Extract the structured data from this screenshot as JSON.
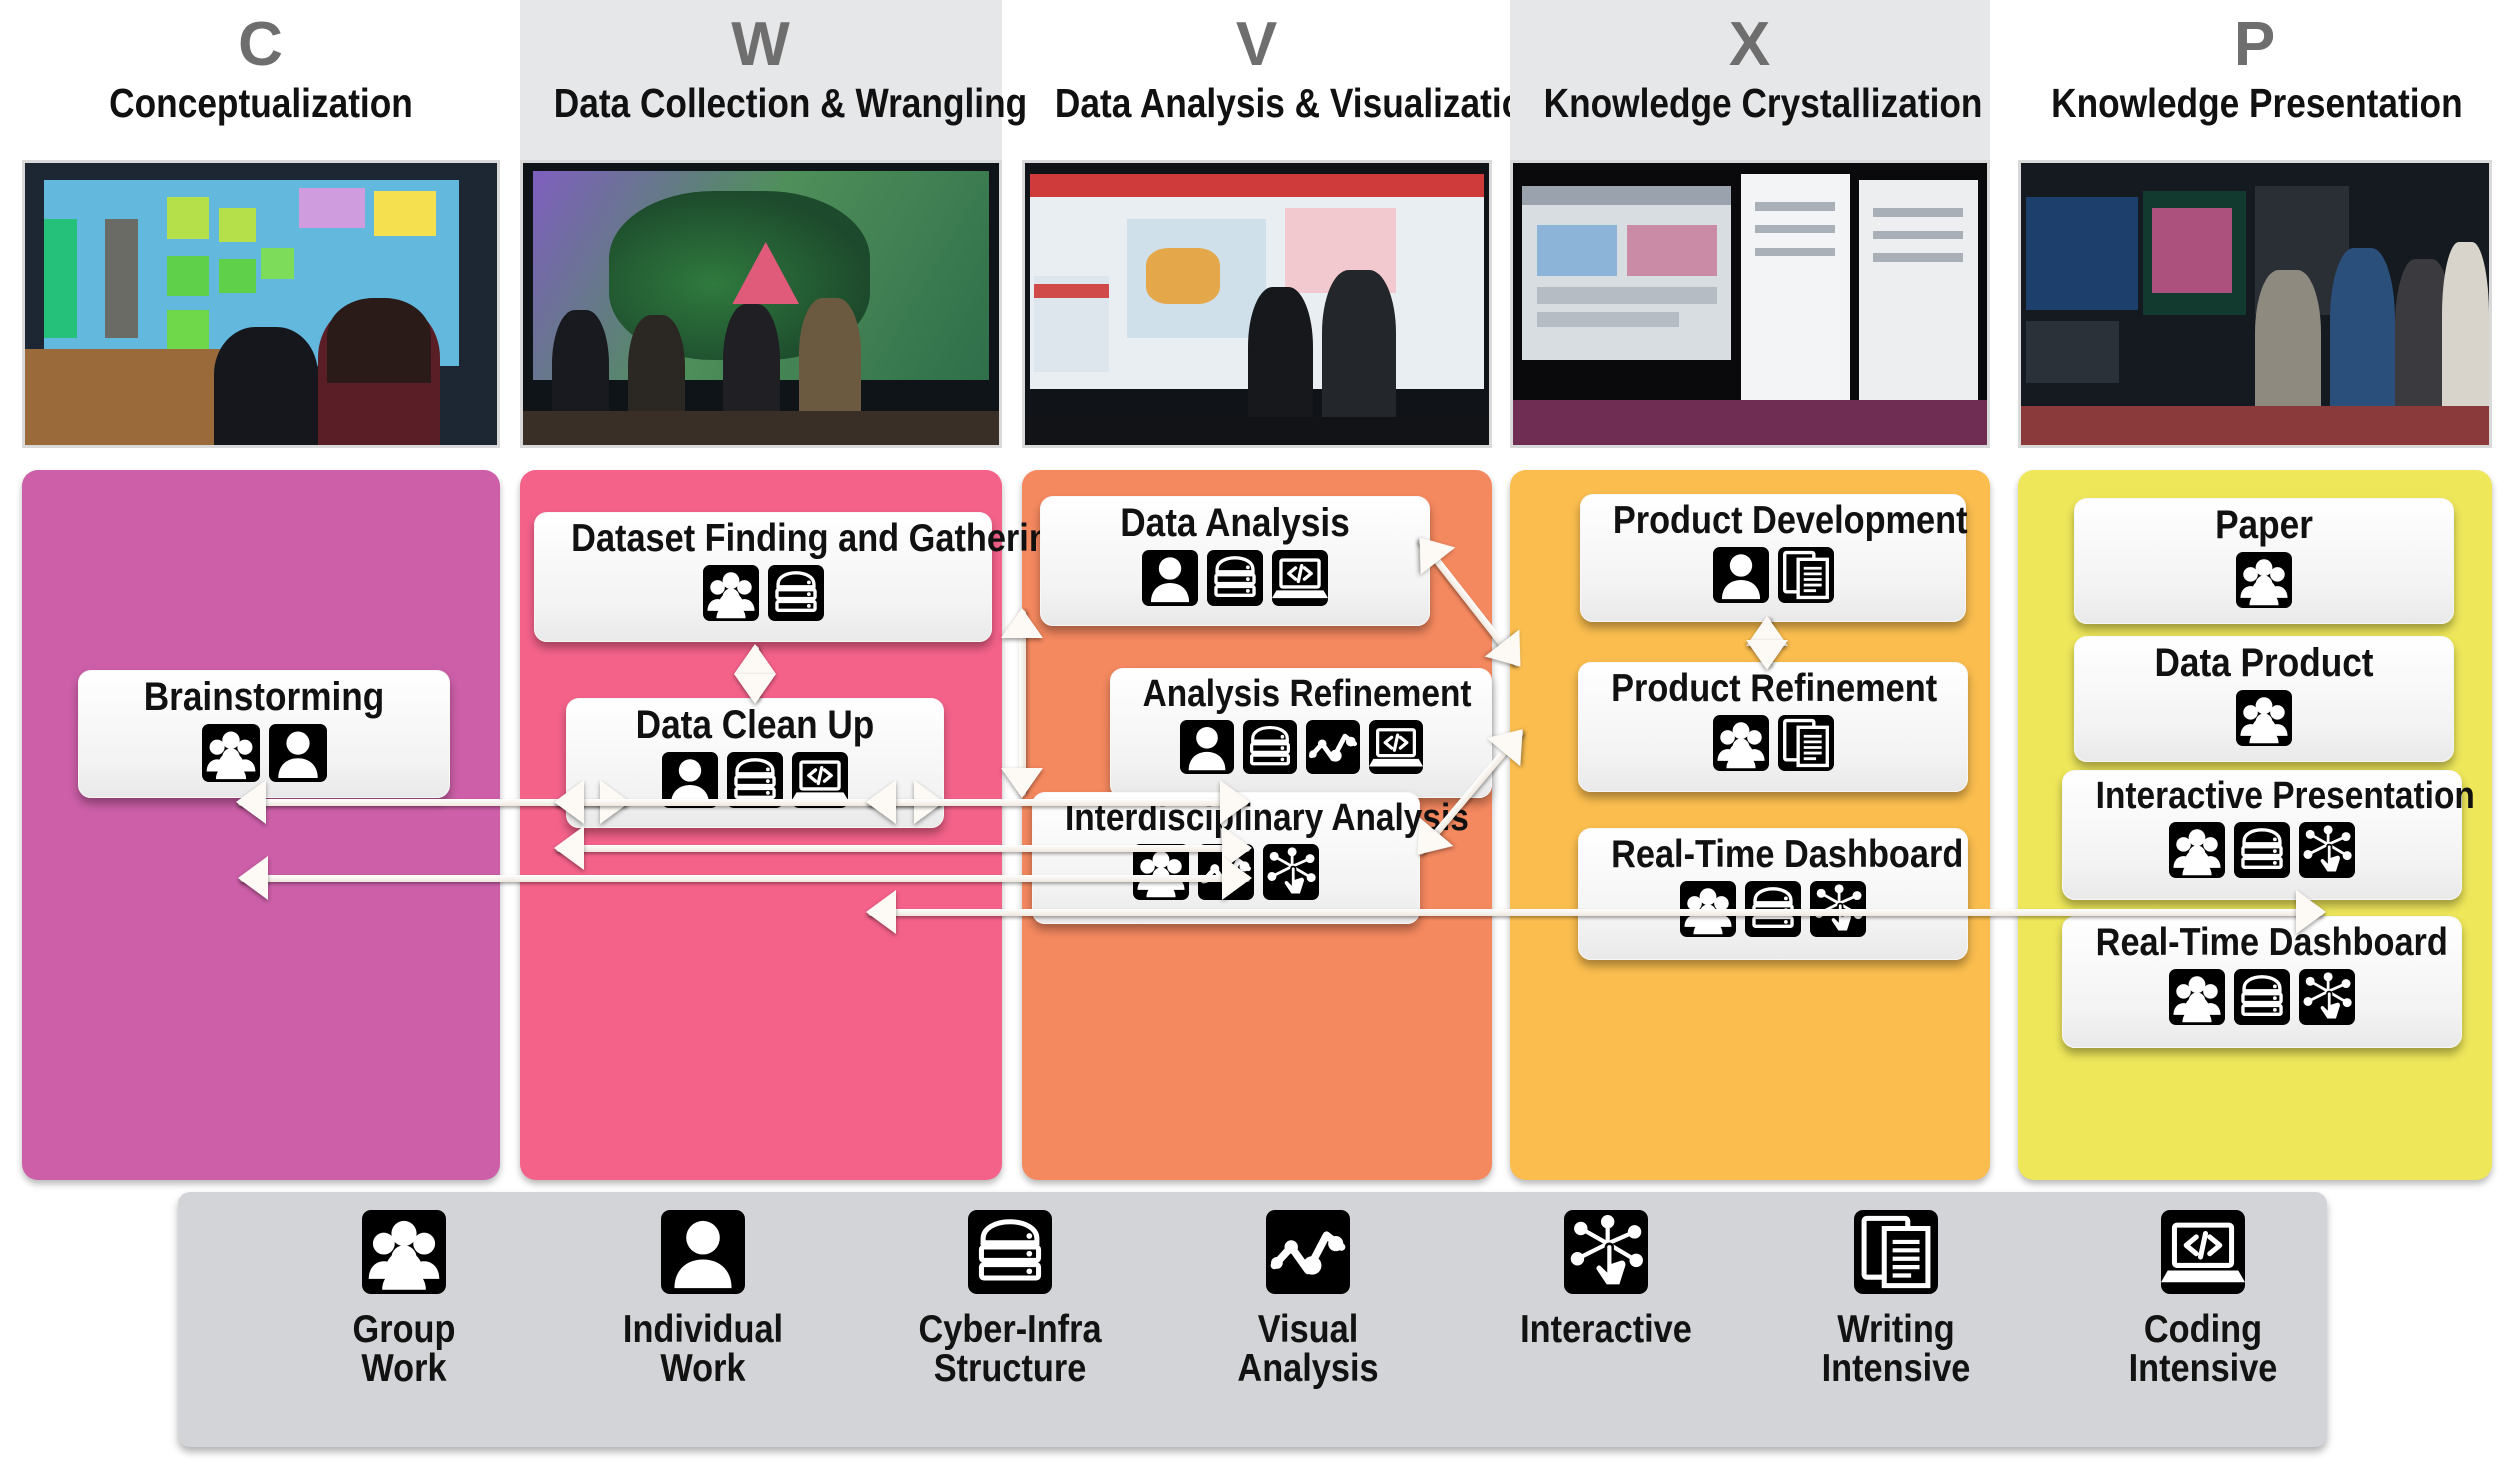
{
  "columns": [
    {
      "letter": "C",
      "title": "Conceptualization",
      "shaded": false,
      "color": "#cd5fa8",
      "photo": "brainstorming-session-with-sticky-notes-on-display-wall"
    },
    {
      "letter": "W",
      "title": "Data Collection & Wrangling",
      "shaded": true,
      "color": "#f4628a",
      "photo": "people-interacting-with-large-terrain-visualization-wall"
    },
    {
      "letter": "V",
      "title": "Data Analysis & Visualization",
      "shaded": false,
      "color": "#f4885f",
      "photo": "analysts-pointing-at-tiled-display-wall-with-maps"
    },
    {
      "letter": "X",
      "title": "Knowledge Crystallization",
      "shaded": true,
      "color": "#fabd4e",
      "photo": "dark-room-display-wall-with-documents-and-browser-windows"
    },
    {
      "letter": "P",
      "title": "Knowledge Presentation",
      "shaded": false,
      "color": "#eee75a",
      "photo": "conference-demo-booth-with-monitors-and-visitors"
    }
  ],
  "icon_legend": [
    {
      "id": "group-work",
      "label_line1": "Group",
      "label_line2": "Work"
    },
    {
      "id": "individual-work",
      "label_line1": "Individual",
      "label_line2": "Work"
    },
    {
      "id": "cyber-infra-structure",
      "label_line1": "Cyber-Infra",
      "label_line2": "Structure"
    },
    {
      "id": "visual-analysis",
      "label_line1": "Visual",
      "label_line2": "Analysis"
    },
    {
      "id": "interactive",
      "label_line1": "Interactive",
      "label_line2": ""
    },
    {
      "id": "writing-intensive",
      "label_line1": "Writing",
      "label_line2": "Intensive"
    },
    {
      "id": "coding-intensive",
      "label_line1": "Coding",
      "label_line2": "Intensive"
    }
  ],
  "cards": [
    {
      "col": 0,
      "title": "Brainstorming",
      "icons": [
        "group-work",
        "individual-work"
      ]
    },
    {
      "col": 1,
      "title": "Dataset Finding and Gathering",
      "icons": [
        "group-work",
        "cyber-infra-structure"
      ]
    },
    {
      "col": 1,
      "title": "Data Clean Up",
      "icons": [
        "individual-work",
        "cyber-infra-structure",
        "coding-intensive"
      ]
    },
    {
      "col": 2,
      "title": "Data Analysis",
      "icons": [
        "individual-work",
        "cyber-infra-structure",
        "coding-intensive"
      ]
    },
    {
      "col": 2,
      "title": "Analysis Refinement",
      "icons": [
        "individual-work",
        "cyber-infra-structure",
        "visual-analysis",
        "coding-intensive"
      ]
    },
    {
      "col": 2,
      "title": "Interdisciplinary Analysis",
      "icons": [
        "group-work",
        "visual-analysis",
        "interactive"
      ]
    },
    {
      "col": 3,
      "title": "Product Development",
      "icons": [
        "individual-work",
        "writing-intensive"
      ]
    },
    {
      "col": 3,
      "title": "Product Refinement",
      "icons": [
        "group-work",
        "writing-intensive"
      ]
    },
    {
      "col": 3,
      "title": "Real-Time Dashboard",
      "icons": [
        "group-work",
        "cyber-infra-structure",
        "interactive"
      ]
    },
    {
      "col": 4,
      "title": "Paper",
      "icons": [
        "group-work"
      ]
    },
    {
      "col": 4,
      "title": "Data Product",
      "icons": [
        "group-work"
      ]
    },
    {
      "col": 4,
      "title": "Interactive Presentation",
      "icons": [
        "group-work",
        "cyber-infra-structure",
        "interactive"
      ]
    },
    {
      "col": 4,
      "title": "Real-Time Dashboard",
      "icons": [
        "group-work",
        "cyber-infra-structure",
        "interactive"
      ]
    }
  ],
  "colors": {
    "conceptualization": "#cd5fa8",
    "data_collection": "#f4628a",
    "data_analysis": "#f4885f",
    "knowledge_crystallization": "#fabd4e",
    "knowledge_presentation": "#eee75a",
    "legend_background": "#d2d4d7",
    "header_shade": "#e6e7e9",
    "letter_gray": "#6e6e6e",
    "arrow": "#fdfaf5"
  }
}
